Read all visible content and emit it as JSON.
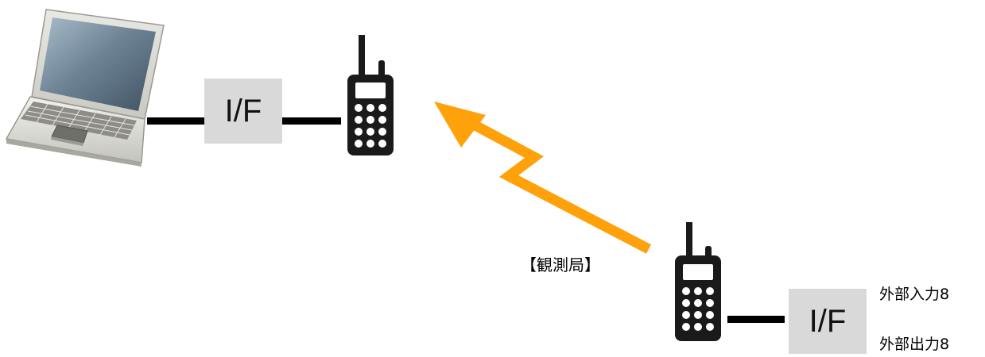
{
  "interface_box_1": {
    "label": "I/F"
  },
  "interface_box_2": {
    "label": "I/F"
  },
  "station_label": "【観測局】",
  "external_input_label": "外部入力8",
  "external_output_label": "外部出力8",
  "colors": {
    "arrow": "#ffa10a",
    "box_fill": "#d9d9d9",
    "radio_body": "#1a1a1a"
  },
  "icons": [
    "laptop-icon",
    "handheld-radio-icon",
    "handheld-radio-icon",
    "wireless-link-arrow-icon"
  ]
}
